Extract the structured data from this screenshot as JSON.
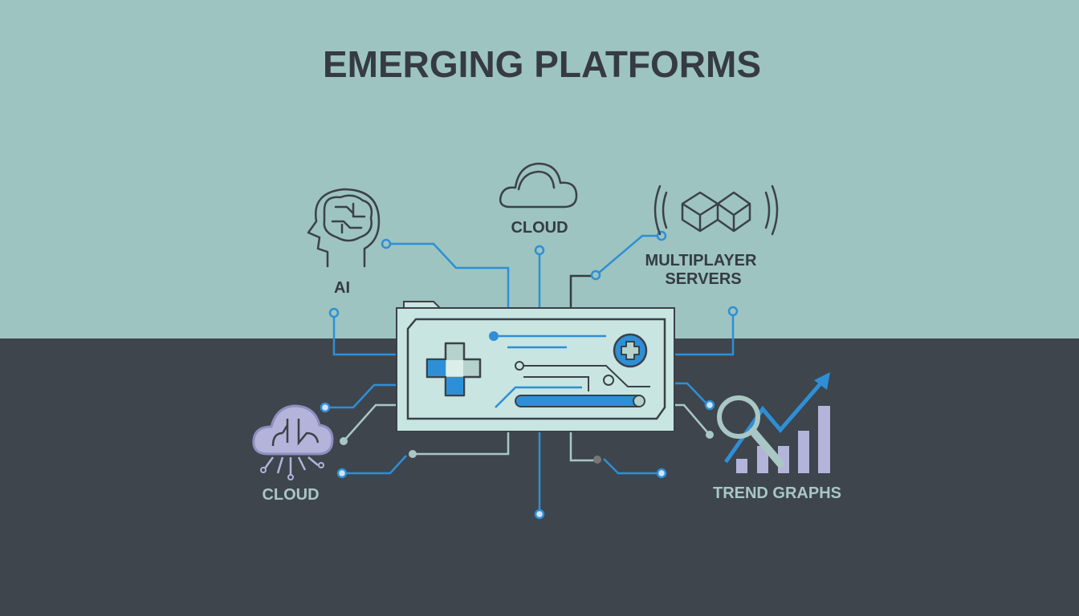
{
  "title": "EMERGING PLATFORMS",
  "nodes": {
    "ai": "AI",
    "cloud_top": "CLOUD",
    "multiplayer_line1": "MULTIPLAYER",
    "multiplayer_line2": "SERVERS",
    "cloud_bottom": "CLOUD",
    "trend_graphs": "TREND GRAPHS"
  },
  "colors": {
    "top_background": "#9dc4c0",
    "bottom_background": "#3e454d",
    "accent_blue": "#2e8fd6",
    "panel": "#c8e5e1",
    "title": "#353b41",
    "lavender": "#b4b3da"
  }
}
